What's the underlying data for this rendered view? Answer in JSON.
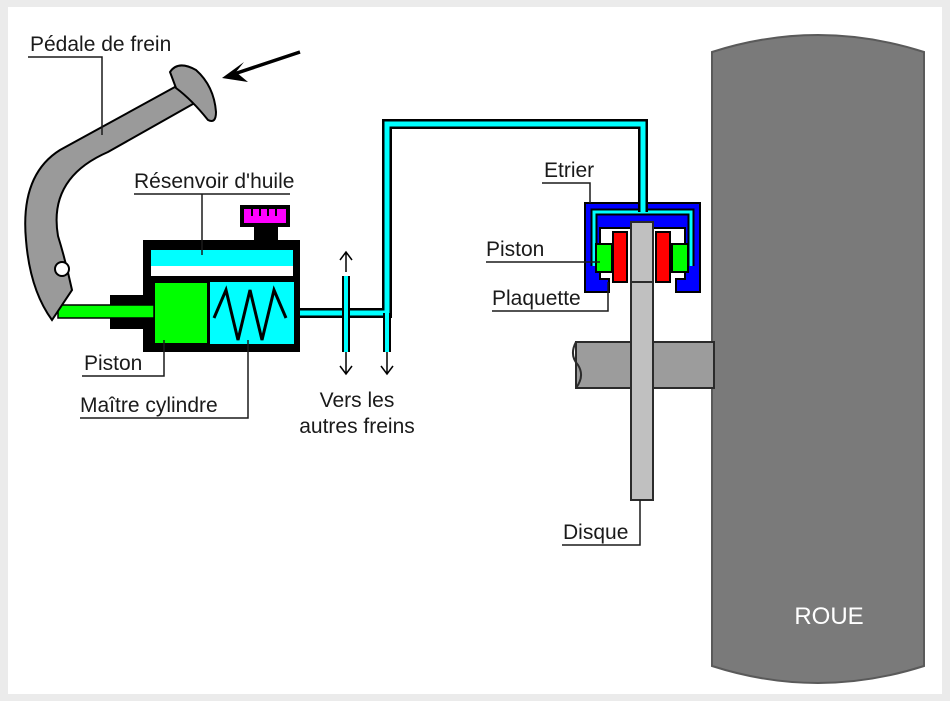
{
  "labels": {
    "pedal": "Pédale de frein",
    "reservoir": "Résenvoir d'huile",
    "piston_master": "Piston",
    "master_cylinder": "Maître cylindre",
    "other_brakes_line1": "Vers les",
    "other_brakes_line2": "autres freins",
    "caliper": "Etrier",
    "piston_caliper": "Piston",
    "pad": "Plaquette",
    "disc": "Disque",
    "wheel": "ROUE"
  },
  "colors": {
    "fluid": "#00ffff",
    "piston": "#00ff00",
    "caliper": "#0000ff",
    "pad": "#ff0000",
    "cap": "#ff00ff",
    "wheel": "#7a7a7a",
    "pedal": "#9a9a9a",
    "disc": "#c0c0c0"
  }
}
